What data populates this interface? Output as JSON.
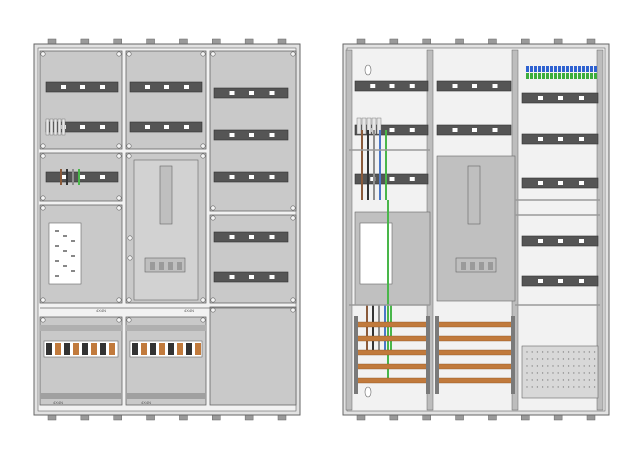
{
  "drawing": {
    "views": [
      {
        "id": "front-view",
        "covers": "closed"
      },
      {
        "id": "interior-view",
        "covers": "removed"
      }
    ],
    "module_labels": [
      "4X4N",
      "4X4N",
      "4X4N",
      "4X4N"
    ]
  },
  "colors": {
    "panel_fill": "#c9c9c9",
    "frame": "#e2e2e2",
    "outline": "#666666",
    "din_rail": "#555555",
    "busbar": "#c17a3c",
    "pe_wire": "#49b64a",
    "wire_brown": "#8a5a3a",
    "wire_black": "#333333",
    "wire_grey": "#8e8e8e",
    "wire_blue": "#4a78c8",
    "terminal_blue": "#2f62d0",
    "terminal_green": "#3cae3c"
  },
  "icons": [
    "screw-icon",
    "lock-icon",
    "hinge-icon"
  ]
}
